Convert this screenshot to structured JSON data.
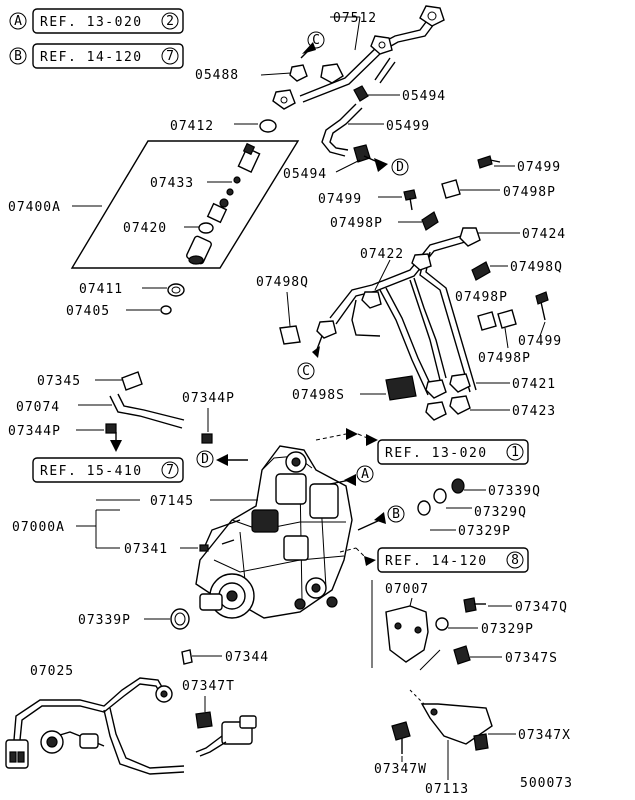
{
  "diagram": {
    "legend": [
      {
        "letter": "A",
        "ref": "REF. 13-020",
        "num": "2"
      },
      {
        "letter": "B",
        "ref": "REF. 14-120",
        "num": "7"
      }
    ],
    "refs": {
      "ref15": {
        "text": "REF. 15-410",
        "num": "7"
      },
      "ref13": {
        "text": "REF. 13-020",
        "num": "1"
      },
      "ref14": {
        "text": "REF. 14-120",
        "num": "8"
      }
    },
    "markers": {
      "A": "A",
      "B": "B",
      "C": "C",
      "D": "D"
    },
    "labels": {
      "p07512": "07512",
      "p05488": "05488",
      "p05494a": "05494",
      "p07412": "07412",
      "p05499": "05499",
      "p05494b": "05494",
      "p07433": "07433",
      "p07499a": "07499",
      "p07400A": "07400A",
      "p07499b": "07499",
      "p07498Pa": "07498P",
      "p07420": "07420",
      "p07498Pb": "07498P",
      "p07424": "07424",
      "p07422": "07422",
      "p07498Qa": "07498Q",
      "p07498Qb": "07498Q",
      "p07411": "07411",
      "p07498Pc": "07498P",
      "p07405": "07405",
      "p07499c": "07499",
      "p07498Pd": "07498P",
      "p07345": "07345",
      "p07421": "07421",
      "p07074": "07074",
      "p07344Pa": "07344P",
      "p07498S": "07498S",
      "p07423": "07423",
      "p07344Pb": "07344P",
      "p07339Q": "07339Q",
      "p07145": "07145",
      "p07329Q": "07329Q",
      "p07000A": "07000A",
      "p07329Pa": "07329P",
      "p07341": "07341",
      "p07007": "07007",
      "p07347Q": "07347Q",
      "p07339P": "07339P",
      "p07329Pb": "07329P",
      "p07344": "07344",
      "p07347S": "07347S",
      "p07025": "07025",
      "p07347T": "07347T",
      "p07347X": "07347X",
      "p07347W": "07347W",
      "p07113": "07113",
      "code": "500073"
    }
  }
}
